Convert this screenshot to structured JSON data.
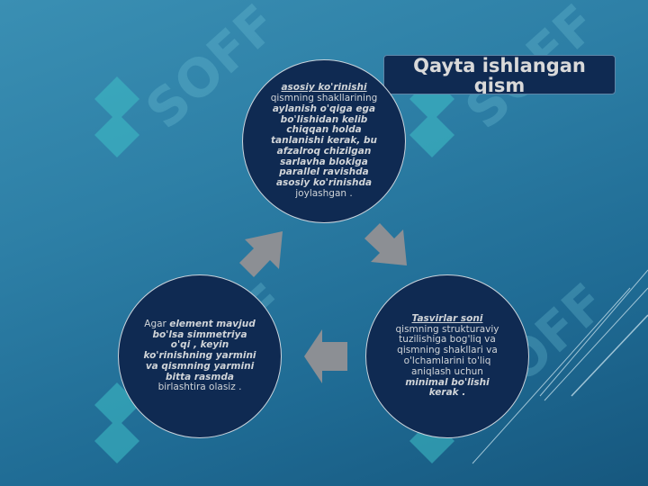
{
  "title": {
    "line1": "Qayta ishlangan",
    "line2": "qism"
  },
  "watermark": {
    "text": "SOFF",
    "icon": "logo-mark-icon"
  },
  "circles": {
    "top": {
      "p1": "asosiy ko'rinishi",
      "p2": " qismning shakllarining ",
      "p3": "aylanish o'qiga ega bo'lishidan kelib chiqqan holda tanlanishi kerak, bu afzalroq chizilgan sarlavha blokiga parallel ravishda asosiy ko'rinishda",
      "p4": " joylashgan ."
    },
    "right": {
      "p1": "Tasvirlar soni",
      "p2": " qismning strukturaviy tuzilishiga bog'liq va qismning shakllari va o'lchamlarini to'liq aniqlash uchun ",
      "p3": "minimal bo'lishi kerak ."
    },
    "left": {
      "p1": "Agar ",
      "p2": "element mavjud bo'lsa simmetriya o'qi , keyin ko'rinishning yarmini va qismning yarmini bitta rasmda",
      "p3": " birlashtira olasiz ."
    }
  },
  "colors": {
    "background": "#2d7fa6",
    "circle_fill": "#0f2a52",
    "arrow_fill": "#8c8f94",
    "text": "#d0d4d8"
  }
}
